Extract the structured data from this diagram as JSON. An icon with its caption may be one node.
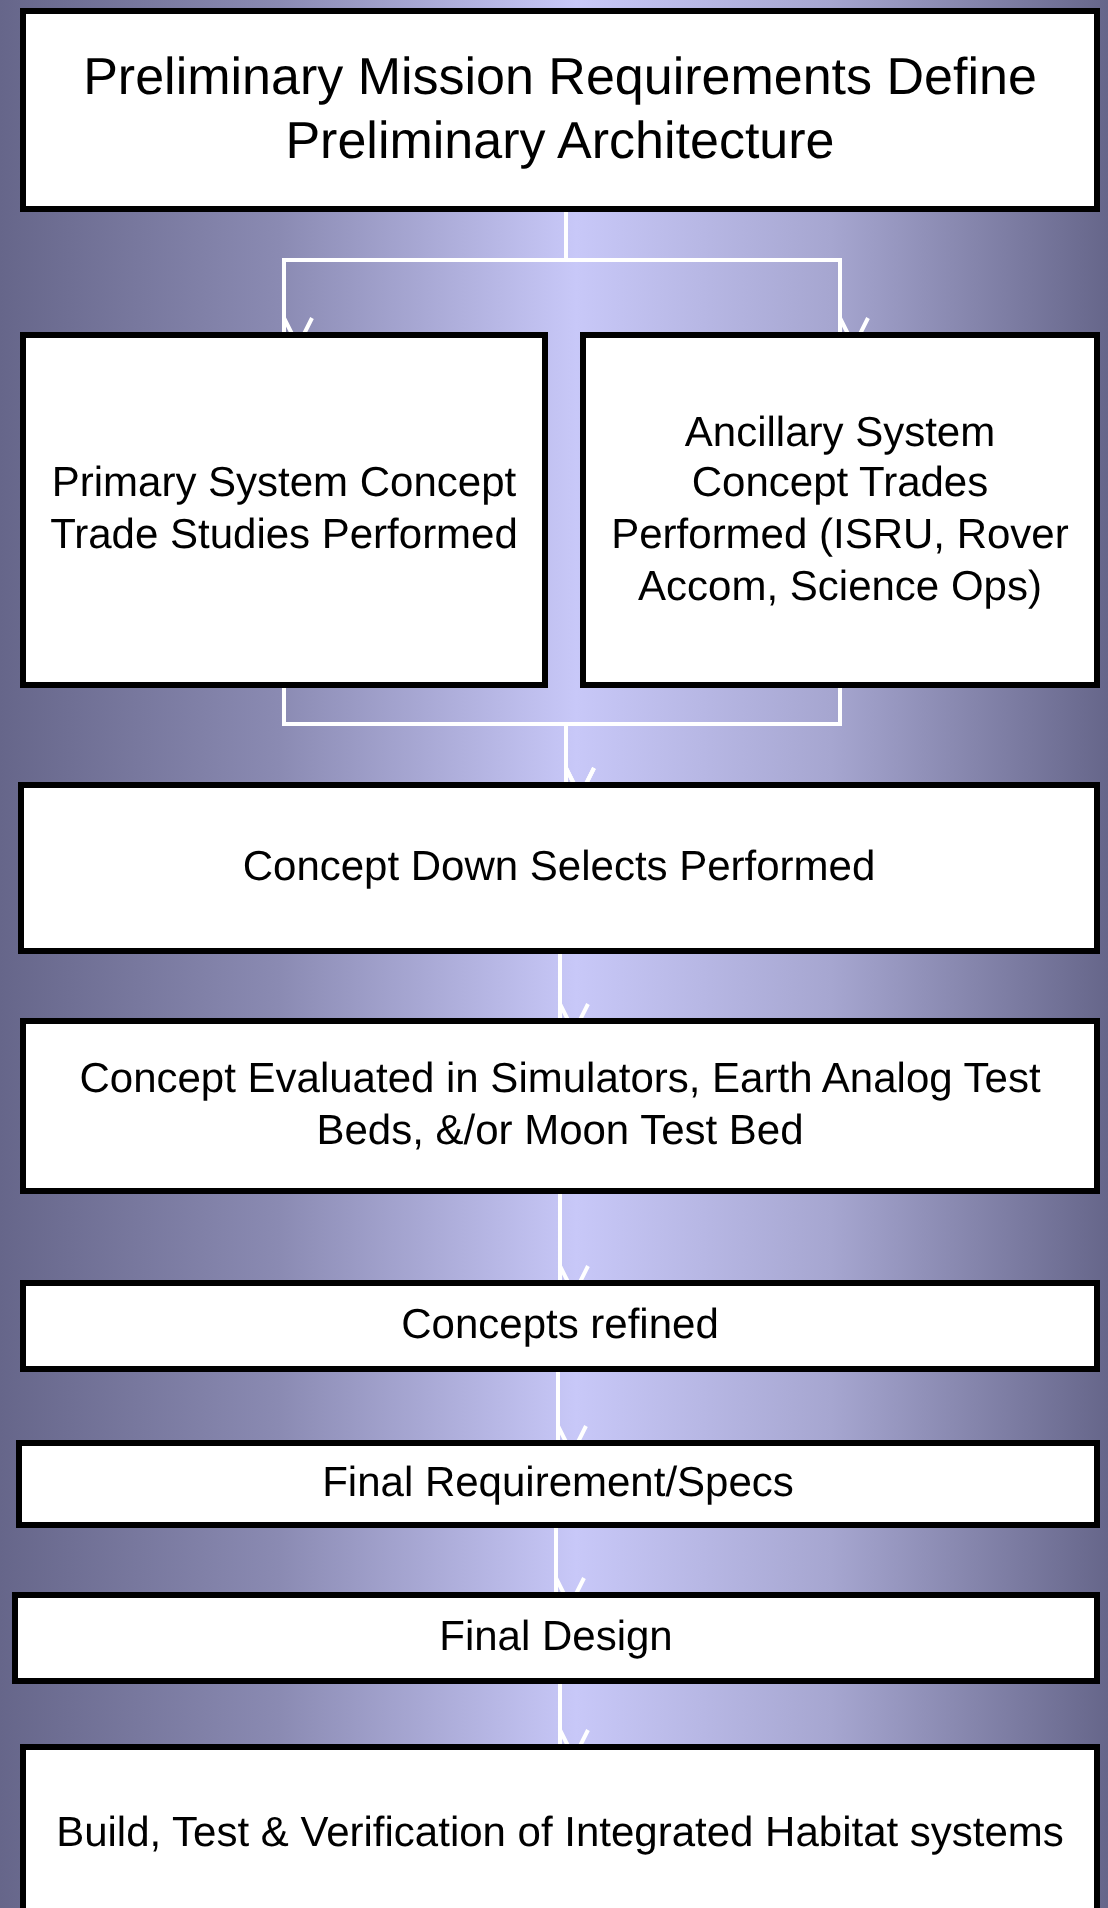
{
  "diagram": {
    "nodes": [
      {
        "text": [
          "Preliminary Mission Requirements Define Preliminary Architecture"
        ]
      },
      {
        "text": [
          "Primary System Concept Trade Studies Performed"
        ]
      },
      {
        "text": [
          "Ancillary  System Concept Trades Performed (ISRU, Rover Accom, Science Ops)"
        ]
      },
      {
        "text": [
          "Concept Down Selects Performed"
        ]
      },
      {
        "text": [
          "Concept Evaluated in Simulators, Earth Analog Test Beds, &/or Moon Test Bed"
        ]
      },
      {
        "text": [
          "Concepts refined"
        ]
      },
      {
        "text": [
          "Final Requirement/Specs"
        ]
      },
      {
        "text": [
          "Final Design"
        ]
      },
      {
        "text": [
          "Build, Test & Verification of Integrated Habitat systems"
        ]
      }
    ],
    "edges": [
      {
        "from": 0,
        "to": 1,
        "arrow": "to"
      },
      {
        "from": 0,
        "to": 2,
        "arrow": "to"
      },
      {
        "from": 1,
        "to": 3,
        "arrow": "to"
      },
      {
        "from": 2,
        "to": 3,
        "arrow": "to"
      },
      {
        "from": 3,
        "to": 4,
        "arrow": "to"
      },
      {
        "from": 4,
        "to": 5,
        "arrow": "to"
      },
      {
        "from": 5,
        "to": 6,
        "arrow": "to"
      },
      {
        "from": 6,
        "to": 7,
        "arrow": "to"
      },
      {
        "from": 7,
        "to": 8,
        "arrow": "to"
      }
    ]
  }
}
